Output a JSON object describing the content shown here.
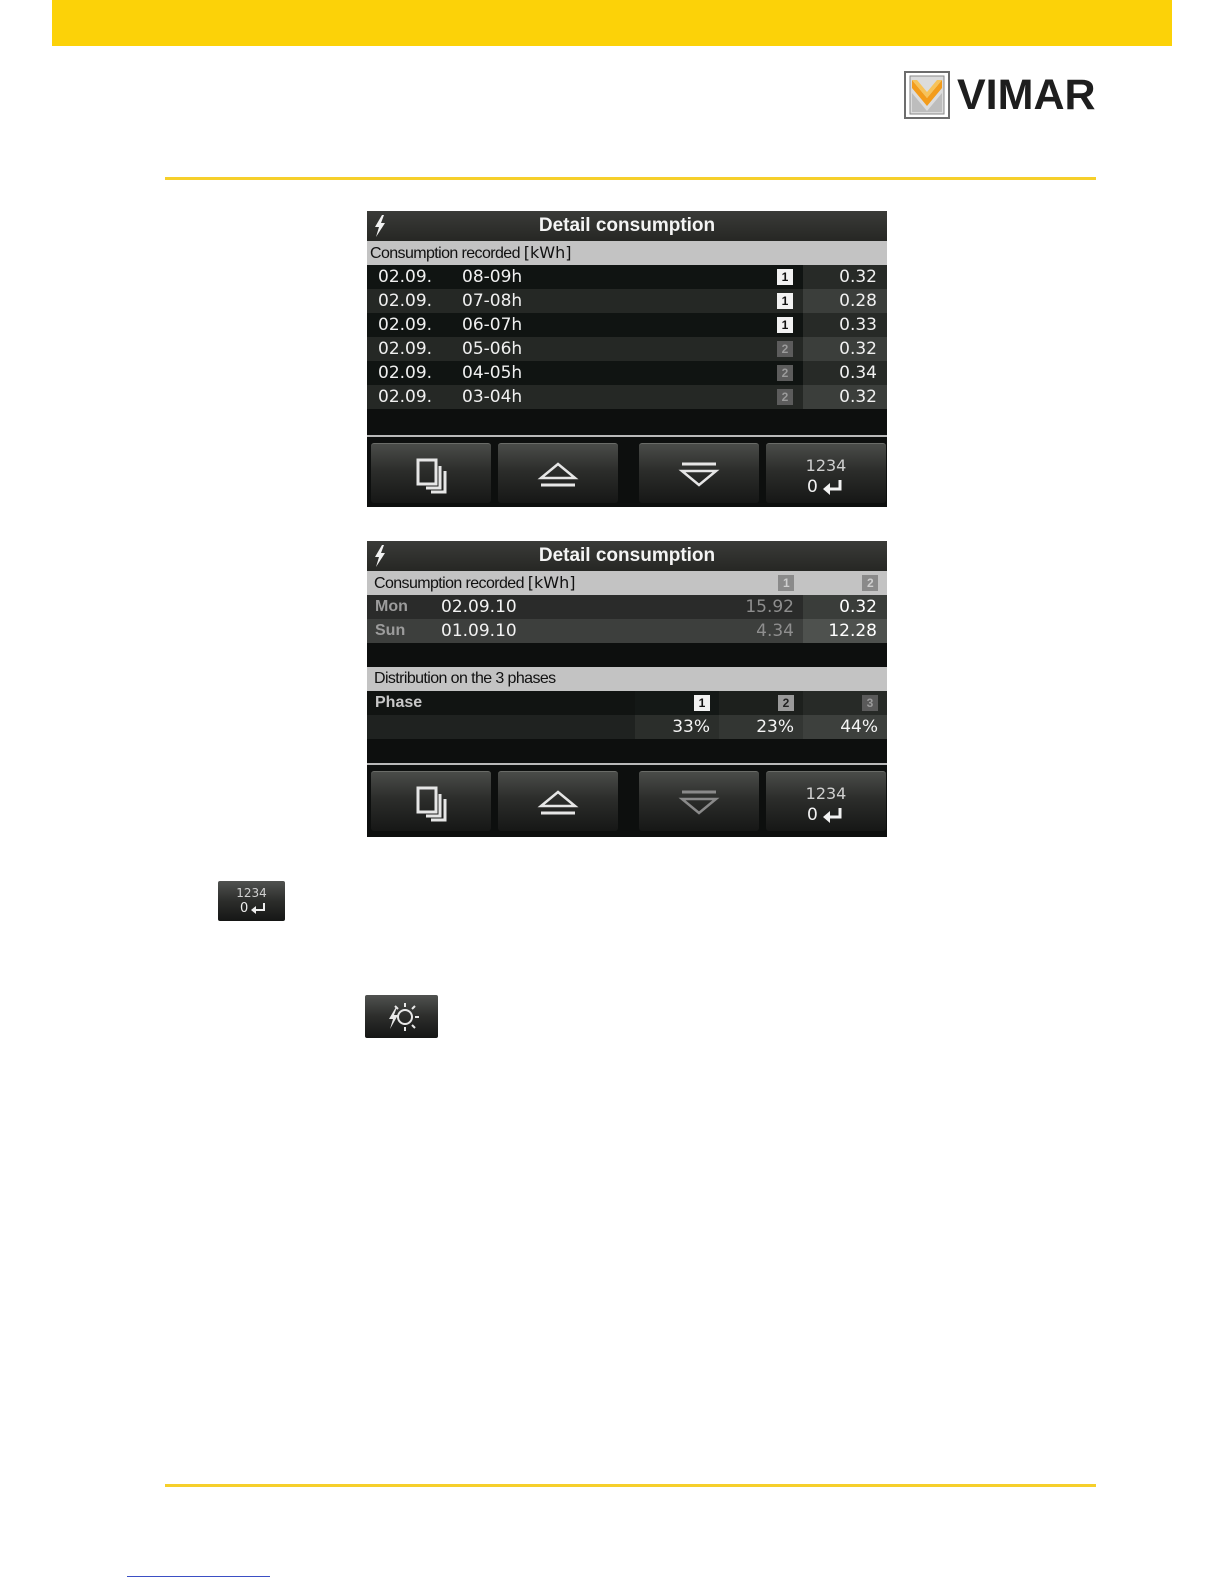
{
  "brand": {
    "name": "VIMAR",
    "primary": "#fcd208",
    "rule": "#f6cf2a"
  },
  "screen1": {
    "title": "Detail consumption",
    "section_label": "Consumption recorded",
    "unit": "[kWh]",
    "rows": [
      {
        "date": "02.09.",
        "hour": "08-09h",
        "tariff": "1",
        "value": "0.32"
      },
      {
        "date": "02.09.",
        "hour": "07-08h",
        "tariff": "1",
        "value": "0.28"
      },
      {
        "date": "02.09.",
        "hour": "06-07h",
        "tariff": "1",
        "value": "0.33"
      },
      {
        "date": "02.09.",
        "hour": "05-06h",
        "tariff": "2",
        "value": "0.32"
      },
      {
        "date": "02.09.",
        "hour": "04-05h",
        "tariff": "2",
        "value": "0.34"
      },
      {
        "date": "02.09.",
        "hour": "03-04h",
        "tariff": "2",
        "value": "0.32"
      }
    ],
    "buttons": {
      "pages": "pages-icon",
      "up": "triangle-up-icon",
      "down": "triangle-down-icon",
      "enter_top": "1234",
      "enter_bottom": "0"
    }
  },
  "screen2": {
    "title": "Detail consumption",
    "section_label": "Consumption recorded",
    "unit": "[kWh]",
    "tariff_headers": [
      "1",
      "2"
    ],
    "days": [
      {
        "day": "Mon",
        "date": "02.09.10",
        "t1": "15.92",
        "t2": "0.32"
      },
      {
        "day": "Sun",
        "date": "01.09.10",
        "t1": "4.34",
        "t2": "12.28"
      }
    ],
    "distribution_label": "Distribution on the 3 phases",
    "phase_label": "Phase",
    "phases": [
      {
        "num": "1",
        "percent": "33%"
      },
      {
        "num": "2",
        "percent": "23%"
      },
      {
        "num": "3",
        "percent": "44%"
      }
    ],
    "buttons": {
      "enter_top": "1234",
      "enter_bottom": "0"
    }
  },
  "icon_enter": {
    "top": "1234",
    "bottom": "0"
  }
}
